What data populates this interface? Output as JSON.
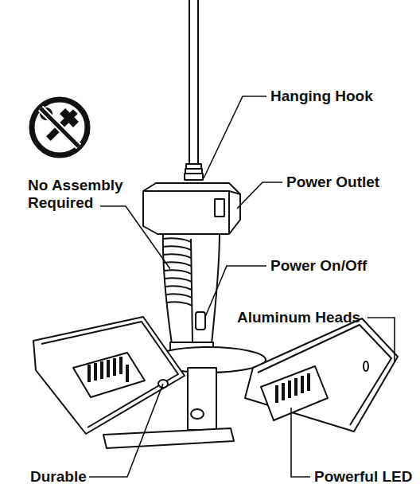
{
  "diagram": {
    "labels": [
      "Hanging Hook",
      "Power Outlet",
      "No Assembly Required",
      "Power On/Off",
      "Aluminum Heads",
      "Durable",
      "Powerful LED"
    ]
  }
}
